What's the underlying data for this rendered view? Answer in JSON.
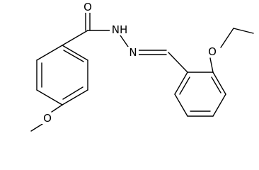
{
  "molecule": {
    "atoms": {
      "carbonyl_oxygen": "O",
      "hydrazide_nitrogen": "NH",
      "imine_nitrogen": "N",
      "ethoxy_oxygen": "O",
      "methoxy_oxygen": "O"
    }
  }
}
